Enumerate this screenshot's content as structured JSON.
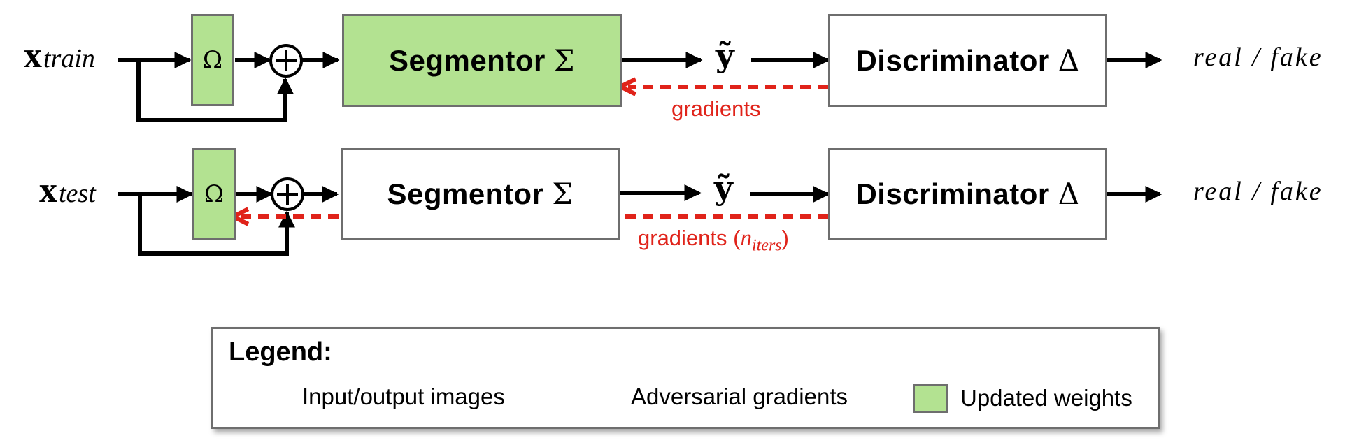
{
  "rows": [
    {
      "input_symbol": "x",
      "input_subscript": "train",
      "omega_label": "Ω",
      "segmentor": {
        "label": "Segmentor",
        "symbol": "Σ"
      },
      "output_symbol": "ỹ",
      "discriminator": {
        "label": "Discriminator",
        "symbol": "Δ"
      },
      "result": "real / fake",
      "gradient_label": "gradients"
    },
    {
      "input_symbol": "x",
      "input_subscript": "test",
      "omega_label": "Ω",
      "segmentor": {
        "label": "Segmentor",
        "symbol": "Σ"
      },
      "output_symbol": "ỹ",
      "discriminator": {
        "label": "Discriminator",
        "symbol": "Δ"
      },
      "result": "real / fake",
      "gradient_label_prefix": "gradients (",
      "gradient_label_var": "n",
      "gradient_label_sub": "iters",
      "gradient_label_suffix": ")"
    }
  ],
  "legend": {
    "title": "Legend:",
    "items": [
      {
        "text": "Input/output images",
        "style": "solid-black-arrow"
      },
      {
        "text": "Adversarial gradients",
        "style": "dashed-red-arrow"
      },
      {
        "text": "Updated weights",
        "style": "green-swatch"
      }
    ]
  },
  "colors": {
    "green_fill": "#b3e291",
    "gradient_red": "#e0231a",
    "box_border": "#6e6e6e",
    "arrow_black": "#000000"
  }
}
